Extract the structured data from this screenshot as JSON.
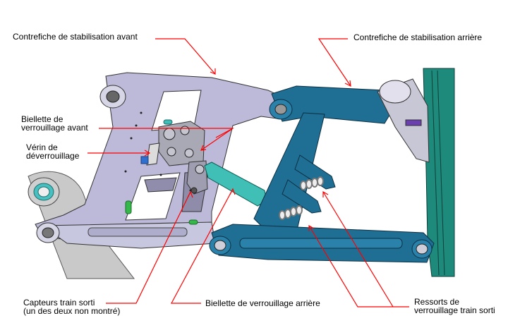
{
  "diagram": {
    "subject": "Landing gear locking mechanism (CAD view)",
    "colors": {
      "front_strut": "#b9b8d6",
      "rear_strut": "#1f6f95",
      "link": "#3fbfb5",
      "frame": "#1e8a7c",
      "leader_line": "#ff0000"
    },
    "labels": {
      "front_strut": "Contrefiche de stabilisation avant",
      "rear_strut": "Contrefiche de stabilisation arrière",
      "front_link_line1": "Biellette de",
      "front_link_line2": "verrouillage avant",
      "actuator_line1": "Vérin de",
      "actuator_line2": "déverrouillage",
      "sensors_line1": "Capteurs train sorti",
      "sensors_line2": "(un des deux non montré)",
      "rear_link": "Biellette de verrouillage arrière",
      "springs_line1": "Ressorts de",
      "springs_line2": "verrouillage train sorti"
    }
  }
}
